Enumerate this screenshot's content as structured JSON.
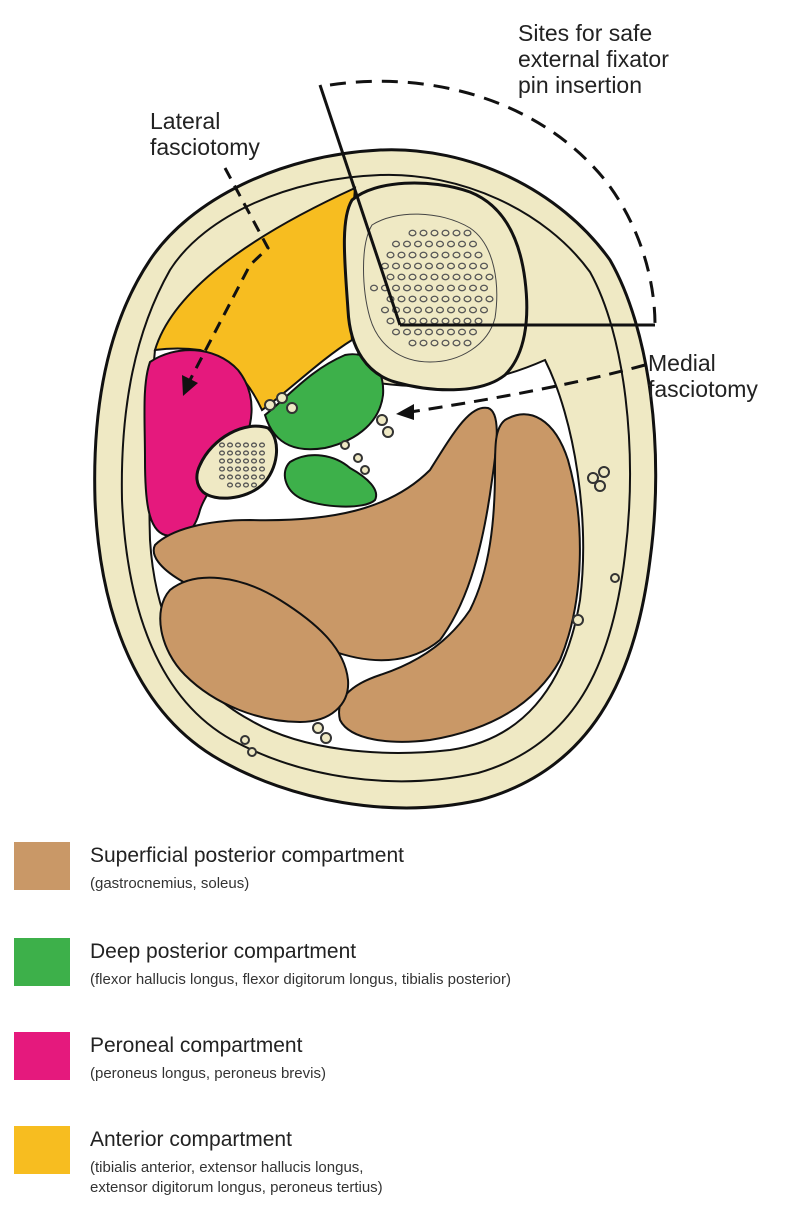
{
  "colors": {
    "skin": "#efe9c4",
    "outline": "#111111",
    "bone_fill": "#efe9c4",
    "superficial_posterior": "#c99867",
    "deep_posterior": "#3db04a",
    "peroneal": "#e5197d",
    "anterior": "#f7bd20",
    "background": "#ffffff"
  },
  "callouts": {
    "pin_insertion": [
      "Sites for safe",
      "external fixator",
      "pin insertion"
    ],
    "lateral": [
      "Lateral",
      "fasciotomy"
    ],
    "medial": [
      "Medial",
      "fasciotomy"
    ]
  },
  "legend": [
    {
      "color_key": "superficial_posterior",
      "name": "Superficial posterior compartment",
      "detail": [
        "(gastrocnemius, soleus)"
      ]
    },
    {
      "color_key": "deep_posterior",
      "name": "Deep posterior compartment",
      "detail": [
        "(flexor hallucis longus, flexor digitorum longus, tibialis posterior)"
      ]
    },
    {
      "color_key": "peroneal",
      "name": "Peroneal compartment",
      "detail": [
        "(peroneus longus, peroneus brevis)"
      ]
    },
    {
      "color_key": "anterior",
      "name": "Anterior compartment",
      "detail": [
        "(tibialis anterior, extensor hallucis longus,",
        "extensor digitorum longus, peroneus tertius)"
      ]
    }
  ]
}
